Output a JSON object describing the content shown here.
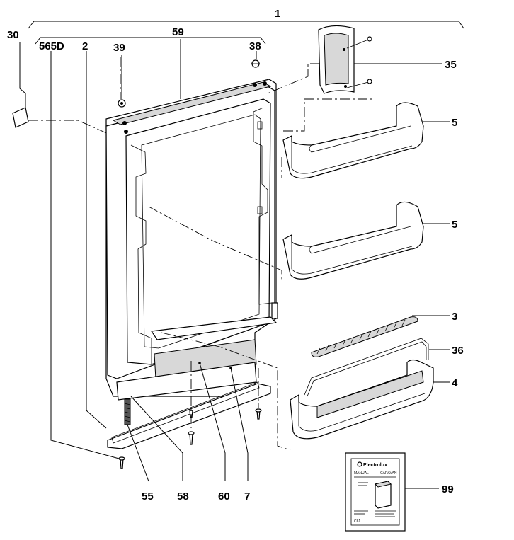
{
  "labels": {
    "p1": "1",
    "p30": "30",
    "p565D": "565D",
    "p2": "2",
    "p39": "39",
    "p59": "59",
    "p38": "38",
    "p35": "35",
    "p5a": "5",
    "p5b": "5",
    "p3": "3",
    "p36": "36",
    "p4": "4",
    "p99": "99",
    "p55": "55",
    "p58": "58",
    "p60": "60",
    "p7": "7"
  },
  "manual": {
    "brand": "Electrolux",
    "left_title": "MANUAL",
    "right_title": "CARAVAN",
    "footer": "C61"
  }
}
